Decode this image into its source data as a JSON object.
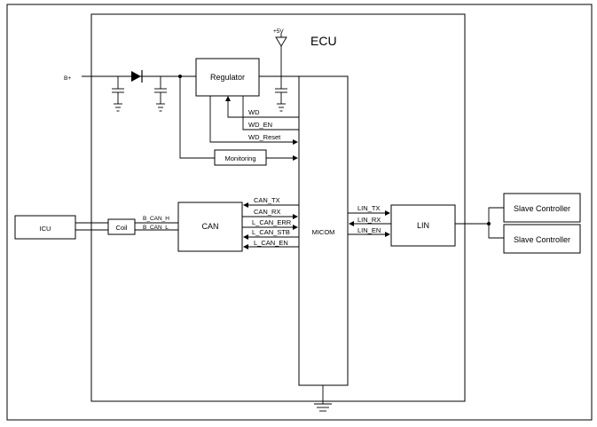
{
  "ecu": {
    "title": "ECU"
  },
  "power": {
    "input_label": "B+",
    "supply_label": "+5V"
  },
  "blocks": {
    "regulator": "Regulator",
    "monitoring": "Monitoring",
    "can": "CAN",
    "micom": "MICOM",
    "lin": "LIN",
    "icu": "ICU",
    "coil": "Coil",
    "slave1": "Slave Controller",
    "slave2": "Slave Controller"
  },
  "signals": {
    "wd": "WD",
    "wd_en": "WD_EN",
    "wd_reset": "WD_Reset",
    "can_tx": "CAN_TX",
    "can_rx": "CAN_RX",
    "l_can_err": "L_CAN_ERR",
    "l_can_stb": "L_CAN_STB",
    "l_can_en": "L_CAN_EN",
    "lin_tx": "LIN_TX",
    "lin_rx": "LIN_RX",
    "lin_en": "LIN_EN",
    "b_can_h": "B_CAN_H",
    "b_can_l": "B_CAN_L"
  }
}
